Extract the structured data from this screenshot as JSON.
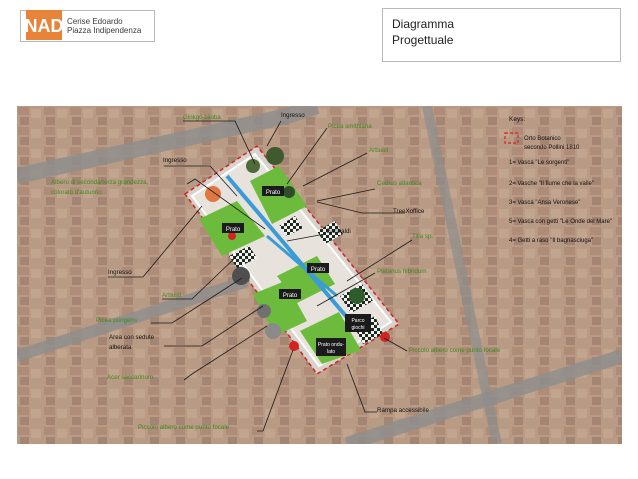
{
  "header": {
    "logo_text": "NAD",
    "author": "Cerise Edoardo",
    "subtitle": "Piazza Indipendenza"
  },
  "title": {
    "line1": "Diagramma",
    "line2": "Progettuale"
  },
  "map": {
    "labels": {
      "ginkgo": "Ginkgo biloba",
      "ingresso_top": "Ingresso",
      "picea_smithiana": "Picea smithiana",
      "ingresso_left": "Ingresso",
      "arbusti_top": "Arbusti",
      "albero_1": "Albero di seconda/terza grandezza,",
      "albero_2": "colorato d'autunno",
      "cedrus": "Cedrus atlantica",
      "treexoffice": "TreeXoffice",
      "garibaldi": "Garibaldi",
      "tilia": "Tilia sp.",
      "ingresso_mid": "Ingresso",
      "platanus": "Platanus hibridum",
      "arbusti_mid": "Arbusti",
      "picea_pungens": "Picea pungens",
      "area_1": "Area con sedute",
      "area_2": "alberata",
      "piccolo_right": "Piccolo albero come punto focale",
      "acer": "Acer saccarinum",
      "rampa": "Rampa accessibile",
      "piccolo_bottom": "Piccolo albero come punto focale"
    },
    "boxes": {
      "prato1": "Prato",
      "prato2": "Prato",
      "prato3": "Prato",
      "prato4": "Prato",
      "parco_1": "Parco",
      "parco_2": "giochi",
      "ondu_1": "Prato ondu-",
      "ondu_2": "lato"
    },
    "keys": {
      "title": "Keys:",
      "orto_1": "Orto Botanico",
      "orto_2": "secondo Pollini 1810",
      "k1": "1= Vasca \"Le sorgenti\"",
      "k2": "2= Vasche \"Il fiume che la valle\"",
      "k3": "3= Vasca \"Ansa Veronese\"",
      "k5": "5= Vasca con getti \"Le Onde del Mare\"",
      "k4": "4= Getti a raso \"Il bagnasciuga\""
    }
  },
  "colors": {
    "logo_orange": "#e8833a",
    "accent_red": "#d22323",
    "lawn_green": "#6dbb3c",
    "water_blue": "#3b9bd6"
  }
}
